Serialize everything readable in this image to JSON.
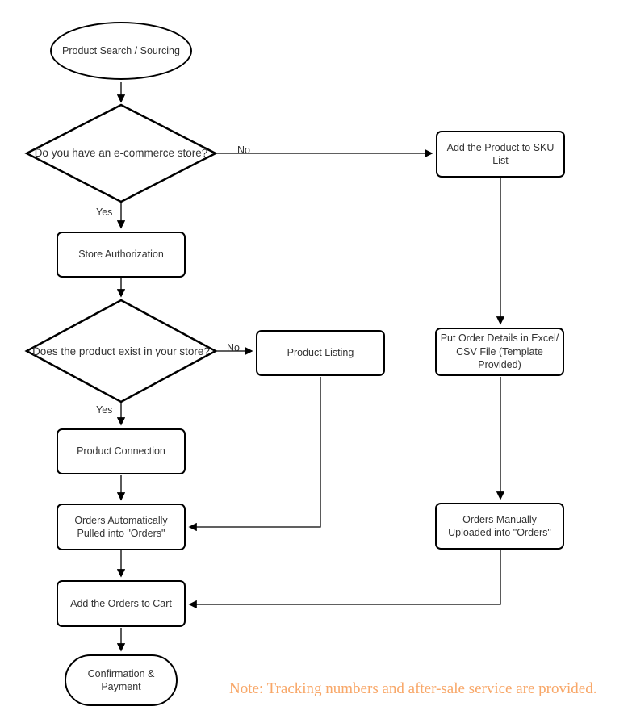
{
  "flowchart": {
    "nodes": {
      "start": "Product Search / Sourcing",
      "decision_store": "Do you have an e-commerce store?",
      "sku_list": "Add the Product to SKU\nList",
      "store_authorization": "Store Authorization",
      "decision_product": "Does the product exist in your store?",
      "product_listing": "Product Listing",
      "order_details": "Put Order Details in Excel/\nCSV File (Template\nProvided)",
      "product_connection": "Product Connection",
      "orders_auto": "Orders Automatically\nPulled into \"Orders\"",
      "orders_manual": "Orders Manually\nUploaded into \"Orders\"",
      "add_to_cart": "Add the Orders to Cart",
      "end": "Confirmation &\nPayment"
    },
    "edge_labels": {
      "store_no": "No",
      "store_yes": "Yes",
      "product_no": "No",
      "product_yes": "Yes"
    },
    "note": "Note: Tracking numbers and after-sale service are provided.",
    "colors": {
      "shape_border": "#000000",
      "connector": "#000000",
      "label_text": "#333333",
      "note_text": "#F8A768",
      "background": "#ffffff"
    }
  }
}
